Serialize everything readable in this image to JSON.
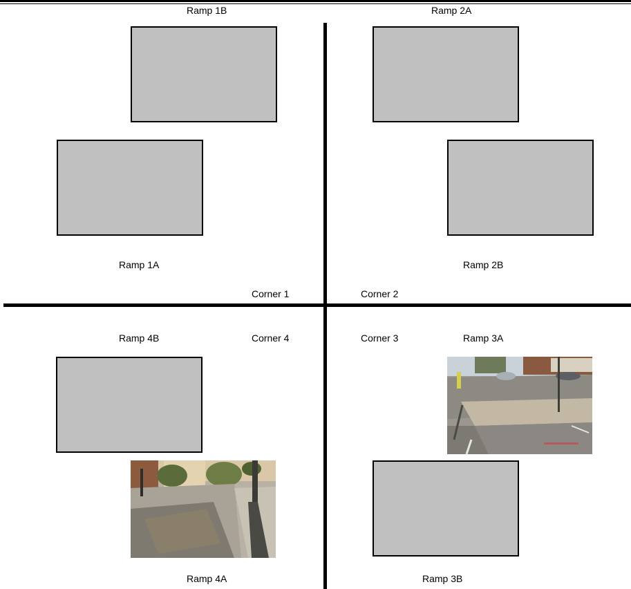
{
  "ramps": {
    "r1b": "Ramp 1B",
    "r2a": "Ramp 2A",
    "r1a": "Ramp 1A",
    "r2b": "Ramp 2B",
    "r4b": "Ramp 4B",
    "r3a": "Ramp 3A",
    "r4a": "Ramp 4A",
    "r3b": "Ramp 3B"
  },
  "corners": {
    "c1": "Corner 1",
    "c2": "Corner 2",
    "c3": "Corner 3",
    "c4": "Corner 4"
  },
  "colors": {
    "placeholder_fill": "#c0c0c0",
    "divider": "#000000"
  }
}
